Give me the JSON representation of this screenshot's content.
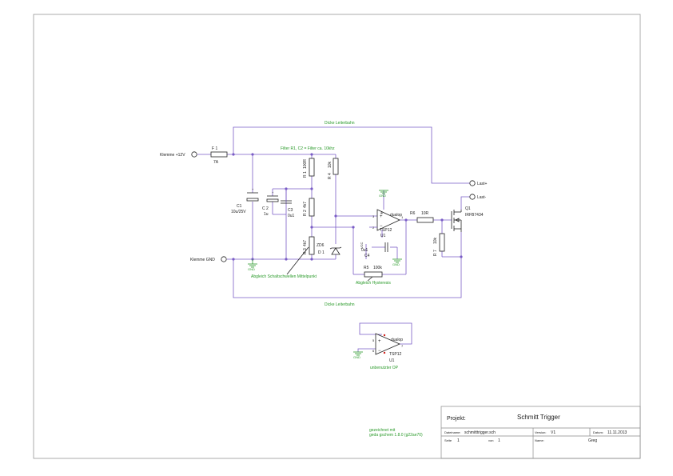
{
  "schematic": {
    "terminals": {
      "plus": "Klemme +12V",
      "gnd": "Klemme GND",
      "last_plus": "Last+",
      "last_minus": "Last-"
    },
    "notes": {
      "thick_trace_top": "Dicke Leiterbahn",
      "thick_trace_bottom": "Dicke Leiterbahn",
      "filter": "Filter R1, C2 = Filter ca. 10khz",
      "adjust_midpoint": "Abgleich Schaltschwellen Mittelpunkt",
      "adjust_hysteresis": "Abgleich Hysteresis",
      "unused_op": "unbenutzter OP"
    },
    "components": {
      "F1": {
        "ref": "F 1",
        "value": "7A"
      },
      "C1": {
        "ref": "C1",
        "value": "10u/25V"
      },
      "C2": {
        "ref": "C 2",
        "value": "1u"
      },
      "C3": {
        "ref": "C3",
        "value": "0u1"
      },
      "R1": {
        "ref": "R 1",
        "value": "100R"
      },
      "R2": {
        "ref": "R 2",
        "value": "4k7"
      },
      "R3": {
        "ref": "R 3",
        "value": "4k7"
      },
      "R4": {
        "ref": "R 4",
        "value": "10k"
      },
      "D1": {
        "ref": "D 1",
        "value": "ZD6"
      },
      "R5": {
        "ref": "R5",
        "value": "100k"
      },
      "R6": {
        "ref": "R6",
        "value": "10R"
      },
      "R7": {
        "ref": "R 7",
        "value": "10k"
      },
      "C4": {
        "ref": "C4",
        "value": "0u1"
      },
      "Q1": {
        "ref": "Q1",
        "value": "IRFB7434"
      },
      "U1a": {
        "part": "dualop",
        "ref": "U1",
        "model": "TSP12",
        "pin_plus": "3",
        "pin_minus": "2",
        "pin_out": "1",
        "pin_supply": "4"
      },
      "U1b": {
        "part": "dualop",
        "ref": "U1",
        "model": "TSP12",
        "pin_plus": "5",
        "pin_minus": "6",
        "pin_out": "7"
      },
      "vcc_label": "VCC"
    },
    "gnd_symbol": "GND"
  },
  "footer": {
    "drawn_with_1": "gezeichnet mit",
    "drawn_with_2": "geda gschem 1.8.0 (g22ae70)"
  },
  "title_block": {
    "projekt_label": "Projekt:",
    "projekt_value": "Schmitt Trigger",
    "dateiname_label": "Dateiname:",
    "dateiname_value": "schmitttrigger.sch",
    "version_label": "Version:",
    "version_value": "V1",
    "datum_label": "Datum:",
    "datum_value": "11.11.2013",
    "seite_label": "Seite",
    "seite_value": "1",
    "von_label": "von",
    "von_value": "1",
    "name_label": "Name:",
    "name_value": "Greg"
  }
}
